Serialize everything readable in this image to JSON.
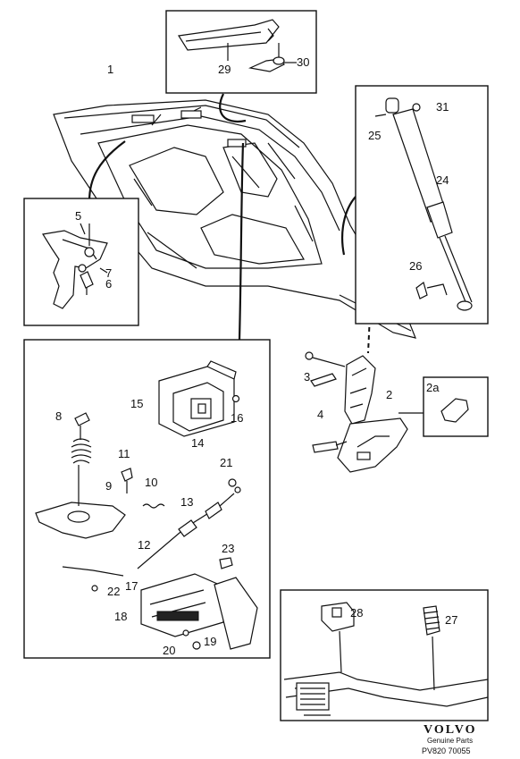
{
  "callouts": {
    "c1": "1",
    "c2": "2",
    "c2a": "2a",
    "c3": "3",
    "c4": "4",
    "c5": "5",
    "c6": "6",
    "c7": "7",
    "c8": "8",
    "c9": "9",
    "c10": "10",
    "c11": "11",
    "c12": "12",
    "c13": "13",
    "c14": "14",
    "c15": "15",
    "c16": "16",
    "c17": "17",
    "c18": "18",
    "c19": "19",
    "c20": "20",
    "c21": "21",
    "c22": "22",
    "c23": "23",
    "c24": "24",
    "c25": "25",
    "c26": "26",
    "c27": "27",
    "c28": "28",
    "c29": "29",
    "c30": "30",
    "c31": "31"
  },
  "footer": {
    "brand": "VOLVO",
    "genuine": "Genuine Parts",
    "code": "PV820  70055"
  }
}
